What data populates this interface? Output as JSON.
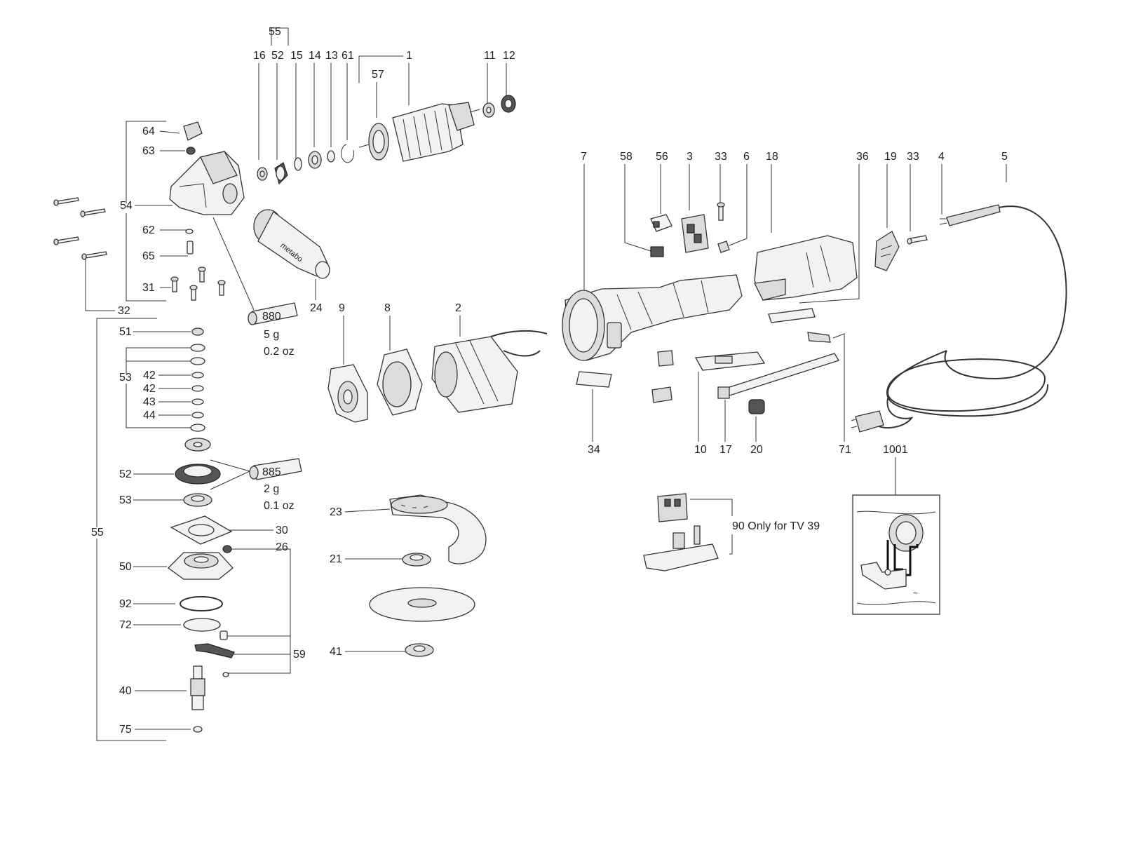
{
  "labels": {
    "l55a": "55",
    "l16": "16",
    "l52a": "52",
    "l15": "15",
    "l14": "14",
    "l13": "13",
    "l61": "61",
    "l1": "1",
    "l57": "57",
    "l11": "11",
    "l12": "12",
    "l64": "64",
    "l63": "63",
    "l54": "54",
    "l62": "62",
    "l65": "65",
    "l31": "31",
    "l32": "32",
    "l24": "24",
    "l880": "880",
    "l5g": "5 g",
    "l02oz": "0.2 oz",
    "l51": "51",
    "l53a": "53",
    "l42a": "42",
    "l42b": "42",
    "l43": "43",
    "l44": "44",
    "l52b": "52",
    "l885": "885",
    "l2g": "2 g",
    "l01oz": "0.1 oz",
    "l53b": "53",
    "l55b": "55",
    "l30": "30",
    "l26": "26",
    "l50": "50",
    "l92": "92",
    "l72": "72",
    "l59": "59",
    "l40": "40",
    "l75": "75",
    "l9": "9",
    "l8": "8",
    "l2": "2",
    "l23": "23",
    "l21": "21",
    "l41": "41",
    "l7": "7",
    "l58": "58",
    "l56": "56",
    "l3": "3",
    "l33a": "33",
    "l6": "6",
    "l18": "18",
    "l36": "36",
    "l19": "19",
    "l33b": "33",
    "l4": "4",
    "l5": "5",
    "l34": "34",
    "l10": "10",
    "l17": "17",
    "l20": "20",
    "l71": "71",
    "l1001": "1001",
    "l90": "90 Only for TV 39",
    "handle_text": "metabo"
  }
}
